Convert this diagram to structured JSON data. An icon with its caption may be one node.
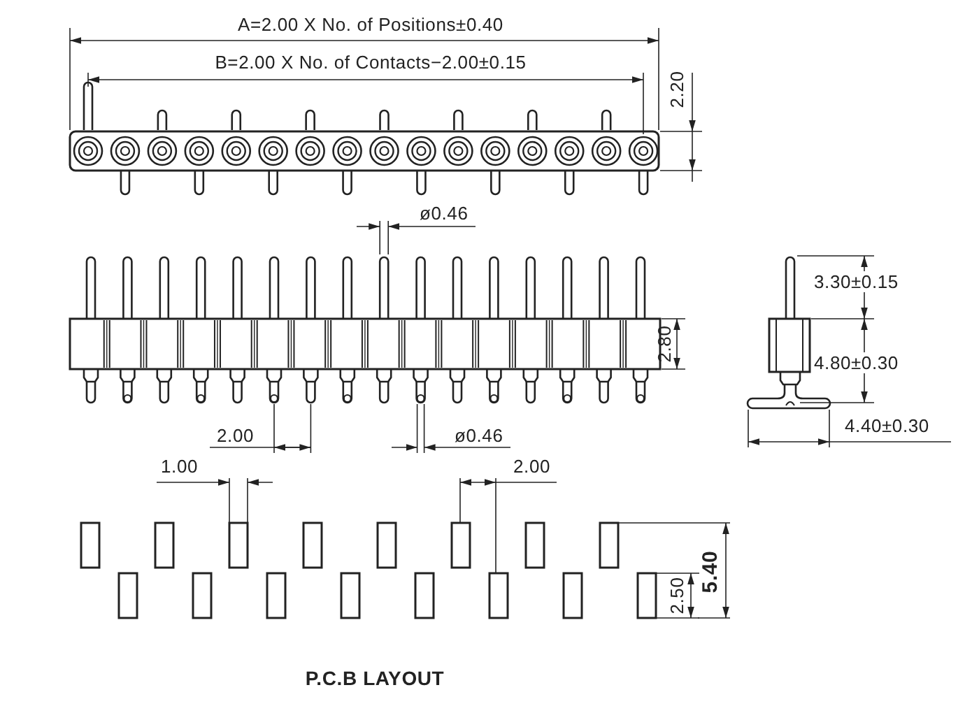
{
  "diagram": {
    "labels": [
      "A=2.00 X No. of Positions±0.40",
      "B=2.00 X No. of Contacts−2.00±0.15",
      "2.20",
      "ø0.46",
      "2.80",
      "3.30±0.15",
      "4.80±0.30",
      "2.00",
      "ø0.46",
      "4.40±0.30",
      "1.00",
      "2.00",
      "5.40",
      "2.50",
      "P.C.B LAYOUT"
    ]
  }
}
